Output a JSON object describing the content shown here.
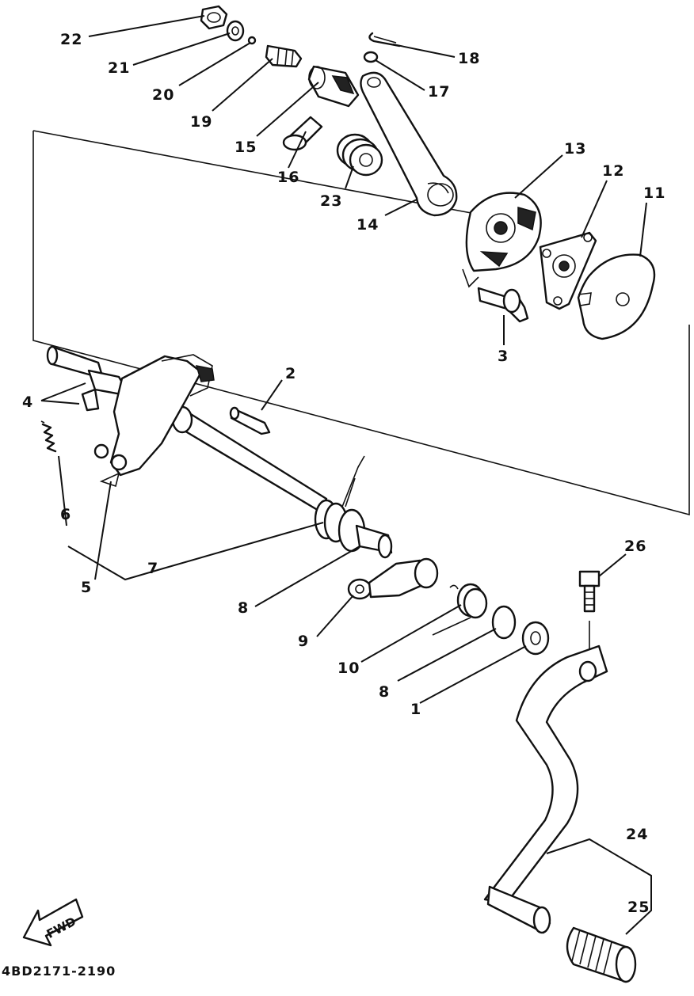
{
  "callouts": {
    "c1": "1",
    "c2": "2",
    "c3": "3",
    "c4": "4",
    "c5": "5",
    "c6": "6",
    "c7": "7",
    "c8a": "8",
    "c8b": "8",
    "c9": "9",
    "c10": "10",
    "c11": "11",
    "c12": "12",
    "c13": "13",
    "c14": "14",
    "c15": "15",
    "c16": "16",
    "c17": "17",
    "c18": "18",
    "c19": "19",
    "c20": "20",
    "c21": "21",
    "c22": "22",
    "c23": "23",
    "c24": "24",
    "c25": "25",
    "c26": "26"
  },
  "direction_marker": "FWD",
  "drawing_number": "4BD2171-2190",
  "colors": {
    "ink": "#111111",
    "paper": "#ffffff"
  }
}
